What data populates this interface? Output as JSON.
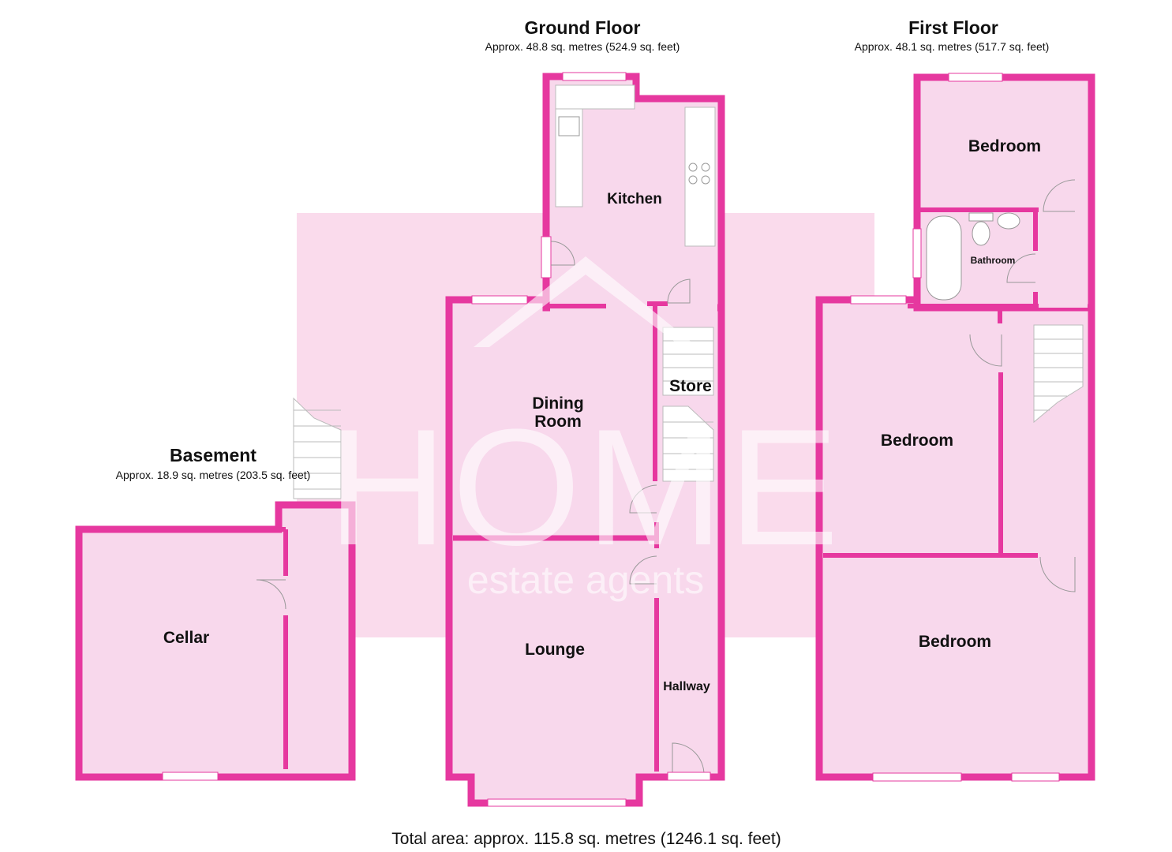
{
  "floors": {
    "basement": {
      "title": "Basement",
      "area": "Approx. 18.9 sq. metres (203.5 sq. feet)"
    },
    "ground": {
      "title": "Ground Floor",
      "area": "Approx. 48.8 sq. metres (524.9 sq. feet)"
    },
    "first": {
      "title": "First Floor",
      "area": "Approx. 48.1 sq. metres (517.7 sq. feet)"
    }
  },
  "rooms": {
    "cellar": "Cellar",
    "kitchen": "Kitchen",
    "dining_line1": "Dining",
    "dining_line2": "Room",
    "store": "Store",
    "lounge": "Lounge",
    "hallway": "Hallway",
    "bedroom_top": "Bedroom",
    "bathroom": "Bathroom",
    "bedroom_middle": "Bedroom",
    "bedroom_bottom": "Bedroom"
  },
  "watermark": {
    "brand": "HOME",
    "tagline": "estate agents"
  },
  "total_area": "Total area: approx. 115.8 sq. metres (1246.1 sq. feet)",
  "colors": {
    "wall": "#e6389f",
    "floor_fill": "#f8d8ec",
    "watermark_fill": "#f2a6cf"
  }
}
